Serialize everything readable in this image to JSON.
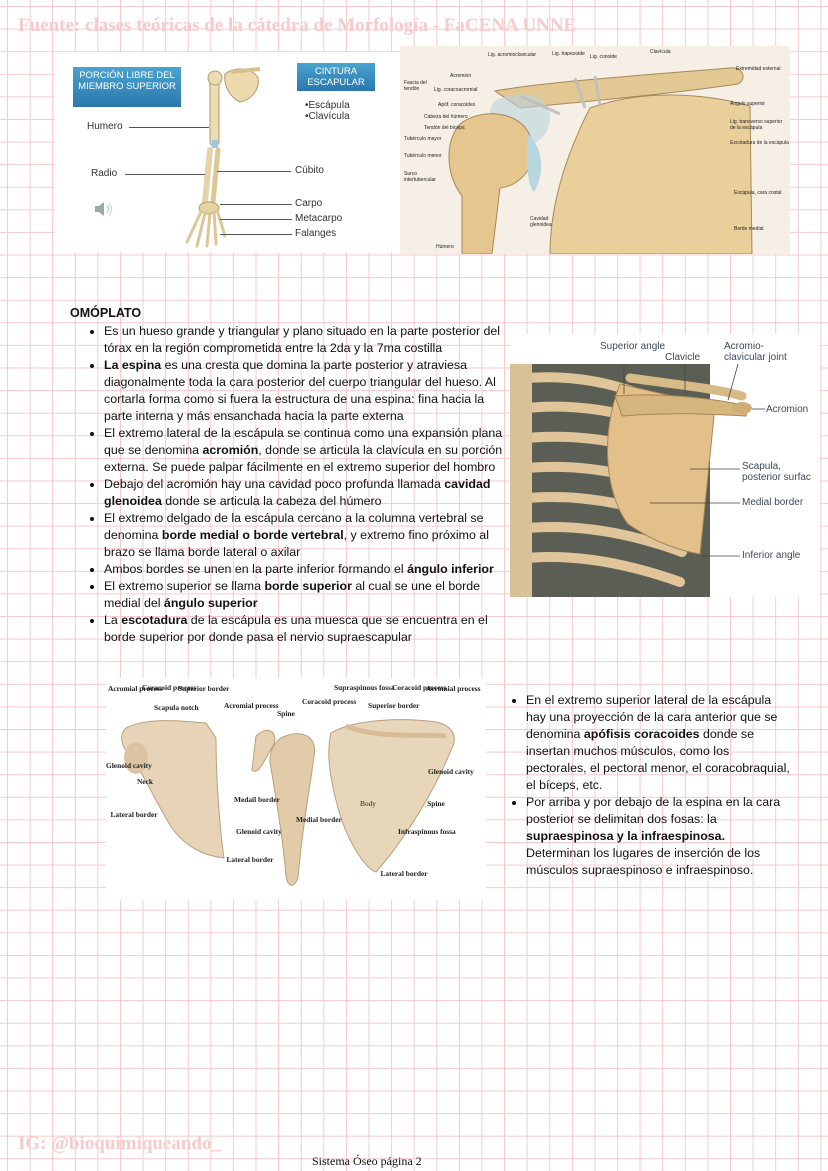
{
  "header": {
    "watermark": "Fuente: clases teóricas de la cátedra de Morfología - FaCENA UNNE"
  },
  "figures": {
    "limb": {
      "box_left": "PORCIÓN LIBRE DEL MIEMBRO SUPERIOR",
      "box_right": "CINTURA ESCAPULAR",
      "girdle_parts": [
        "•Escápula",
        "•Clavícula"
      ],
      "labels_left": [
        "Humero",
        "Radio"
      ],
      "labels_right": [
        "Cúbito",
        "Carpo",
        "Metacarpo",
        "Falanges"
      ],
      "speaker_icon": "speaker-icon"
    },
    "shoulder": {
      "labels": [
        "Lig. acromioclavicular",
        "Lig. trapezoide",
        "Lig. conoide",
        "Clavícula",
        "Extremidad esternal",
        "Acromion",
        "Lig. coracoacromial",
        "Apóf. coracoides",
        "Cabeza del húmero",
        "Tendón del bíceps",
        "Tubérculo mayor",
        "Tubérculo menor",
        "Surco intertubercular",
        "Ángulo superior",
        "Lig. transverso superior de la escápula",
        "Escotadura de la escápula",
        "Escápula, cara costal",
        "Borde medial",
        "Cavidad glenoidea",
        "Húmero",
        "Fascia del tendón"
      ]
    },
    "back": {
      "labels": {
        "superior_angle": "Superior angle",
        "clavicle": "Clavicle",
        "ac_joint": "Acromio-clavicular joint",
        "acromion": "Acromion",
        "scapula": "Scapula, posterior surfac",
        "medial_border": "Medial border",
        "inferior_angle": "Inferior angle"
      }
    },
    "views": {
      "labels": {
        "acromial_process_1": "Acromial process",
        "coracoid_process_1": "Coracoid process",
        "superior_border_1": "Superior border",
        "scapula_notch": "Scapula notch",
        "glenoid_cavity_1": "Glenoid cavity",
        "neck": "Neck",
        "lateral_border_1": "Lateral border",
        "acromial_process_2": "Acromial process",
        "spine_1": "Spine",
        "coracoid_process_2": "Coracoid process",
        "medial_border_1": "Medail border",
        "glenoid_cavity_2": "Glenoid cavity",
        "lateral_border_2": "Lateral border",
        "supraspinous_fossa": "Supraspinous fossa",
        "coracoid_process_3": "Coracoid process",
        "acromial_process_3": "Acromial process",
        "superior_border_3": "Superior border",
        "glenoid_cavity_3": "Glenoid cavity",
        "body": "Body",
        "spine_3": "Spine",
        "medial_border_3": "Medial border",
        "infraspinous_fossa": "Infraspinous fossa",
        "lateral_border_3": "Lateral border"
      }
    }
  },
  "section": {
    "title": "OMÓPLATO",
    "bullets": [
      [
        {
          "t": "Es un hueso grande y triangular y plano situado en la parte posterior del tórax en la región comprometida entre la 2da y la 7ma costilla",
          "b": false
        }
      ],
      [
        {
          "t": "La espina",
          "b": true
        },
        {
          "t": " es una cresta que domina la parte posterior y atraviesa diagonalmente toda la cara posterior del cuerpo triangular del hueso. Al cortarla forma como si fuera la estructura de una espina: fina hacia la parte interna y más ensanchada hacia la parte externa",
          "b": false
        }
      ],
      [
        {
          "t": "El extremo lateral de la escápula se continua como una expansión plana que se denomina ",
          "b": false
        },
        {
          "t": "acromión",
          "b": true
        },
        {
          "t": ", donde se articula la clavícula en su porción externa. Se puede palpar fácilmente en el extremo superior del hombro",
          "b": false
        }
      ],
      [
        {
          "t": "Debajo del acromión hay una cavidad poco profunda llamada ",
          "b": false
        },
        {
          "t": "cavidad glenoidea",
          "b": true
        },
        {
          "t": " donde se articula la cabeza del húmero",
          "b": false
        }
      ],
      [
        {
          "t": "El extremo delgado de la escápula cercano a la columna vertebral se denomina ",
          "b": false
        },
        {
          "t": "borde medial o borde vertebral",
          "b": true
        },
        {
          "t": ", y extremo fino próximo al brazo se llama borde lateral o axilar",
          "b": false
        }
      ],
      [
        {
          "t": "Ambos bordes se unen en la parte inferior formando el ",
          "b": false
        },
        {
          "t": "ángulo inferior",
          "b": true
        }
      ],
      [
        {
          "t": "El extremo superior se llama ",
          "b": false
        },
        {
          "t": "borde superior",
          "b": true
        },
        {
          "t": " al cual se une el borde medial del ",
          "b": false
        },
        {
          "t": "ángulo superior",
          "b": true
        }
      ],
      [
        {
          "t": "La ",
          "b": false
        },
        {
          "t": "escotadura",
          "b": true
        },
        {
          "t": " de la escápula es una muesca que se encuentra en el borde superior por donde pasa el nervio supraescapular",
          "b": false
        }
      ]
    ]
  },
  "section2": {
    "bullets": [
      [
        {
          "t": "En el extremo superior lateral de la escápula hay una proyección de la cara anterior que se denomina ",
          "b": false
        },
        {
          "t": "apófisis coracoides",
          "b": true
        },
        {
          "t": " donde se insertan muchos músculos, como los pectorales, el pectoral menor, el coracobraquial, el bíceps, etc.",
          "b": false
        }
      ],
      [
        {
          "t": "Por arriba y por debajo de la espina en la cara posterior se delimitan dos fosas: la ",
          "b": false
        },
        {
          "t": "supraespinosa y la infraespinosa.",
          "b": true
        },
        {
          "t": " Determinan los lugares de inserción de los músculos supraespinoso e infraespinoso.",
          "b": false
        }
      ]
    ]
  },
  "footer": {
    "watermark": "IG: @bioquimiqueando_",
    "page_label": "Sistema Óseo página 2"
  }
}
